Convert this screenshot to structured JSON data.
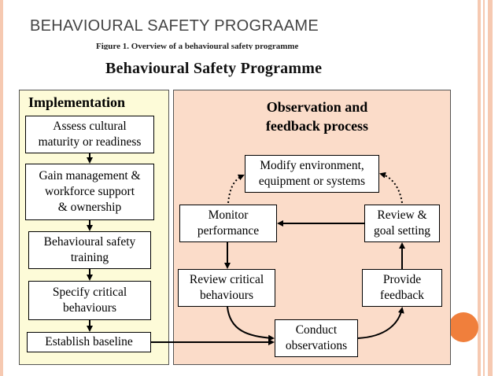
{
  "slide": {
    "title": "BEHAVIOURAL SAFETY PROGRAAME",
    "accent_color": "#f07f3c",
    "stripe_color": "#f6c9b1"
  },
  "figure": {
    "caption": "Figure 1. Overview of a behavioural safety programme",
    "title": "Behavioural Safety Programme"
  },
  "implementation": {
    "title": "Implementation",
    "panel_color": "#fdfbd8",
    "steps": [
      "Assess cultural\nmaturity or readiness",
      "Gain management &\nworkforce support\n& ownership",
      "Behavioural safety\ntraining",
      "Specify critical\nbehaviours",
      "Establish baseline"
    ]
  },
  "observation": {
    "title": "Observation and\nfeedback process",
    "panel_color": "#fbdcc9",
    "nodes": {
      "modify": "Modify environment,\nequipment or systems",
      "monitor": "Monitor\nperformance",
      "review_goal": "Review &\ngoal setting",
      "review_critical": "Review critical\nbehaviours",
      "provide": "Provide\nfeedback",
      "conduct": "Conduct\nobservations"
    }
  }
}
